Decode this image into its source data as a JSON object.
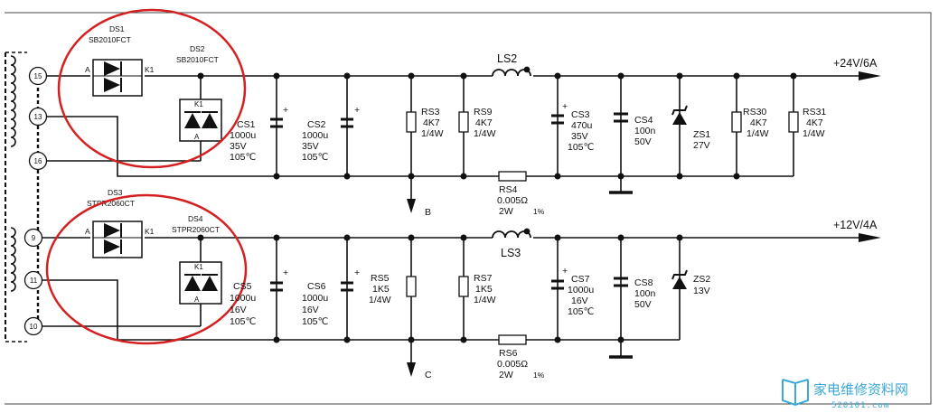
{
  "diodes": {
    "ds1": {
      "ref": "DS1",
      "part": "SB2010FCT"
    },
    "ds2": {
      "ref": "DS2",
      "part": "SB2010FCT"
    },
    "ds3": {
      "ref": "DS3",
      "part": "STPR2060CT"
    },
    "ds4": {
      "ref": "DS4",
      "part": "STPR2060CT"
    },
    "pin_a": "A",
    "pin_k1": "K1"
  },
  "connector_pins": [
    "15",
    "13",
    "16",
    "9",
    "11",
    "10"
  ],
  "rail_upper": {
    "output_label": "+24V/6A",
    "ground_label": "B",
    "cs1": [
      "CS1",
      "1000u",
      "35V",
      "105℃"
    ],
    "cs2": [
      "CS2",
      "1000u",
      "35V",
      "105℃"
    ],
    "rs3": [
      "RS3",
      "4K7",
      "1/4W"
    ],
    "rs9": [
      "RS9",
      "4K7",
      "1/4W"
    ],
    "ls2": "LS2",
    "cs3": [
      "CS3",
      "470u",
      "35V",
      "105℃"
    ],
    "cs4": [
      "CS4",
      "100n",
      "50V"
    ],
    "zs1": [
      "ZS1",
      "27V"
    ],
    "rs30": [
      "RS30",
      "4K7",
      "1/4W"
    ],
    "rs31": [
      "RS31",
      "4K7",
      "1/4W"
    ],
    "rs4": [
      "RS4",
      "0.005Ω",
      "2W",
      "1%"
    ]
  },
  "rail_lower": {
    "output_label": "+12V/4A",
    "ground_label": "C",
    "cs5": [
      "CS5",
      "1000u",
      "16V",
      "105℃"
    ],
    "cs6": [
      "CS6",
      "1000u",
      "16V",
      "105℃"
    ],
    "rs5": [
      "RS5",
      "1K5",
      "1/4W"
    ],
    "rs7": [
      "RS7",
      "1K5",
      "1/4W"
    ],
    "ls3": "LS3",
    "cs7": [
      "CS7",
      "1000u",
      "16V",
      "105℃"
    ],
    "cs8": [
      "CS8",
      "100n",
      "50V"
    ],
    "zs2": [
      "ZS2",
      "13V"
    ],
    "rs6": [
      "RS6",
      "0.005Ω",
      "2W",
      "1%"
    ]
  },
  "watermark": {
    "title": "家电维修资料网",
    "url": "520101.com"
  },
  "colors": {
    "line": "#111111",
    "highlight": "#d42020",
    "watermark": "#3aa8d8"
  }
}
